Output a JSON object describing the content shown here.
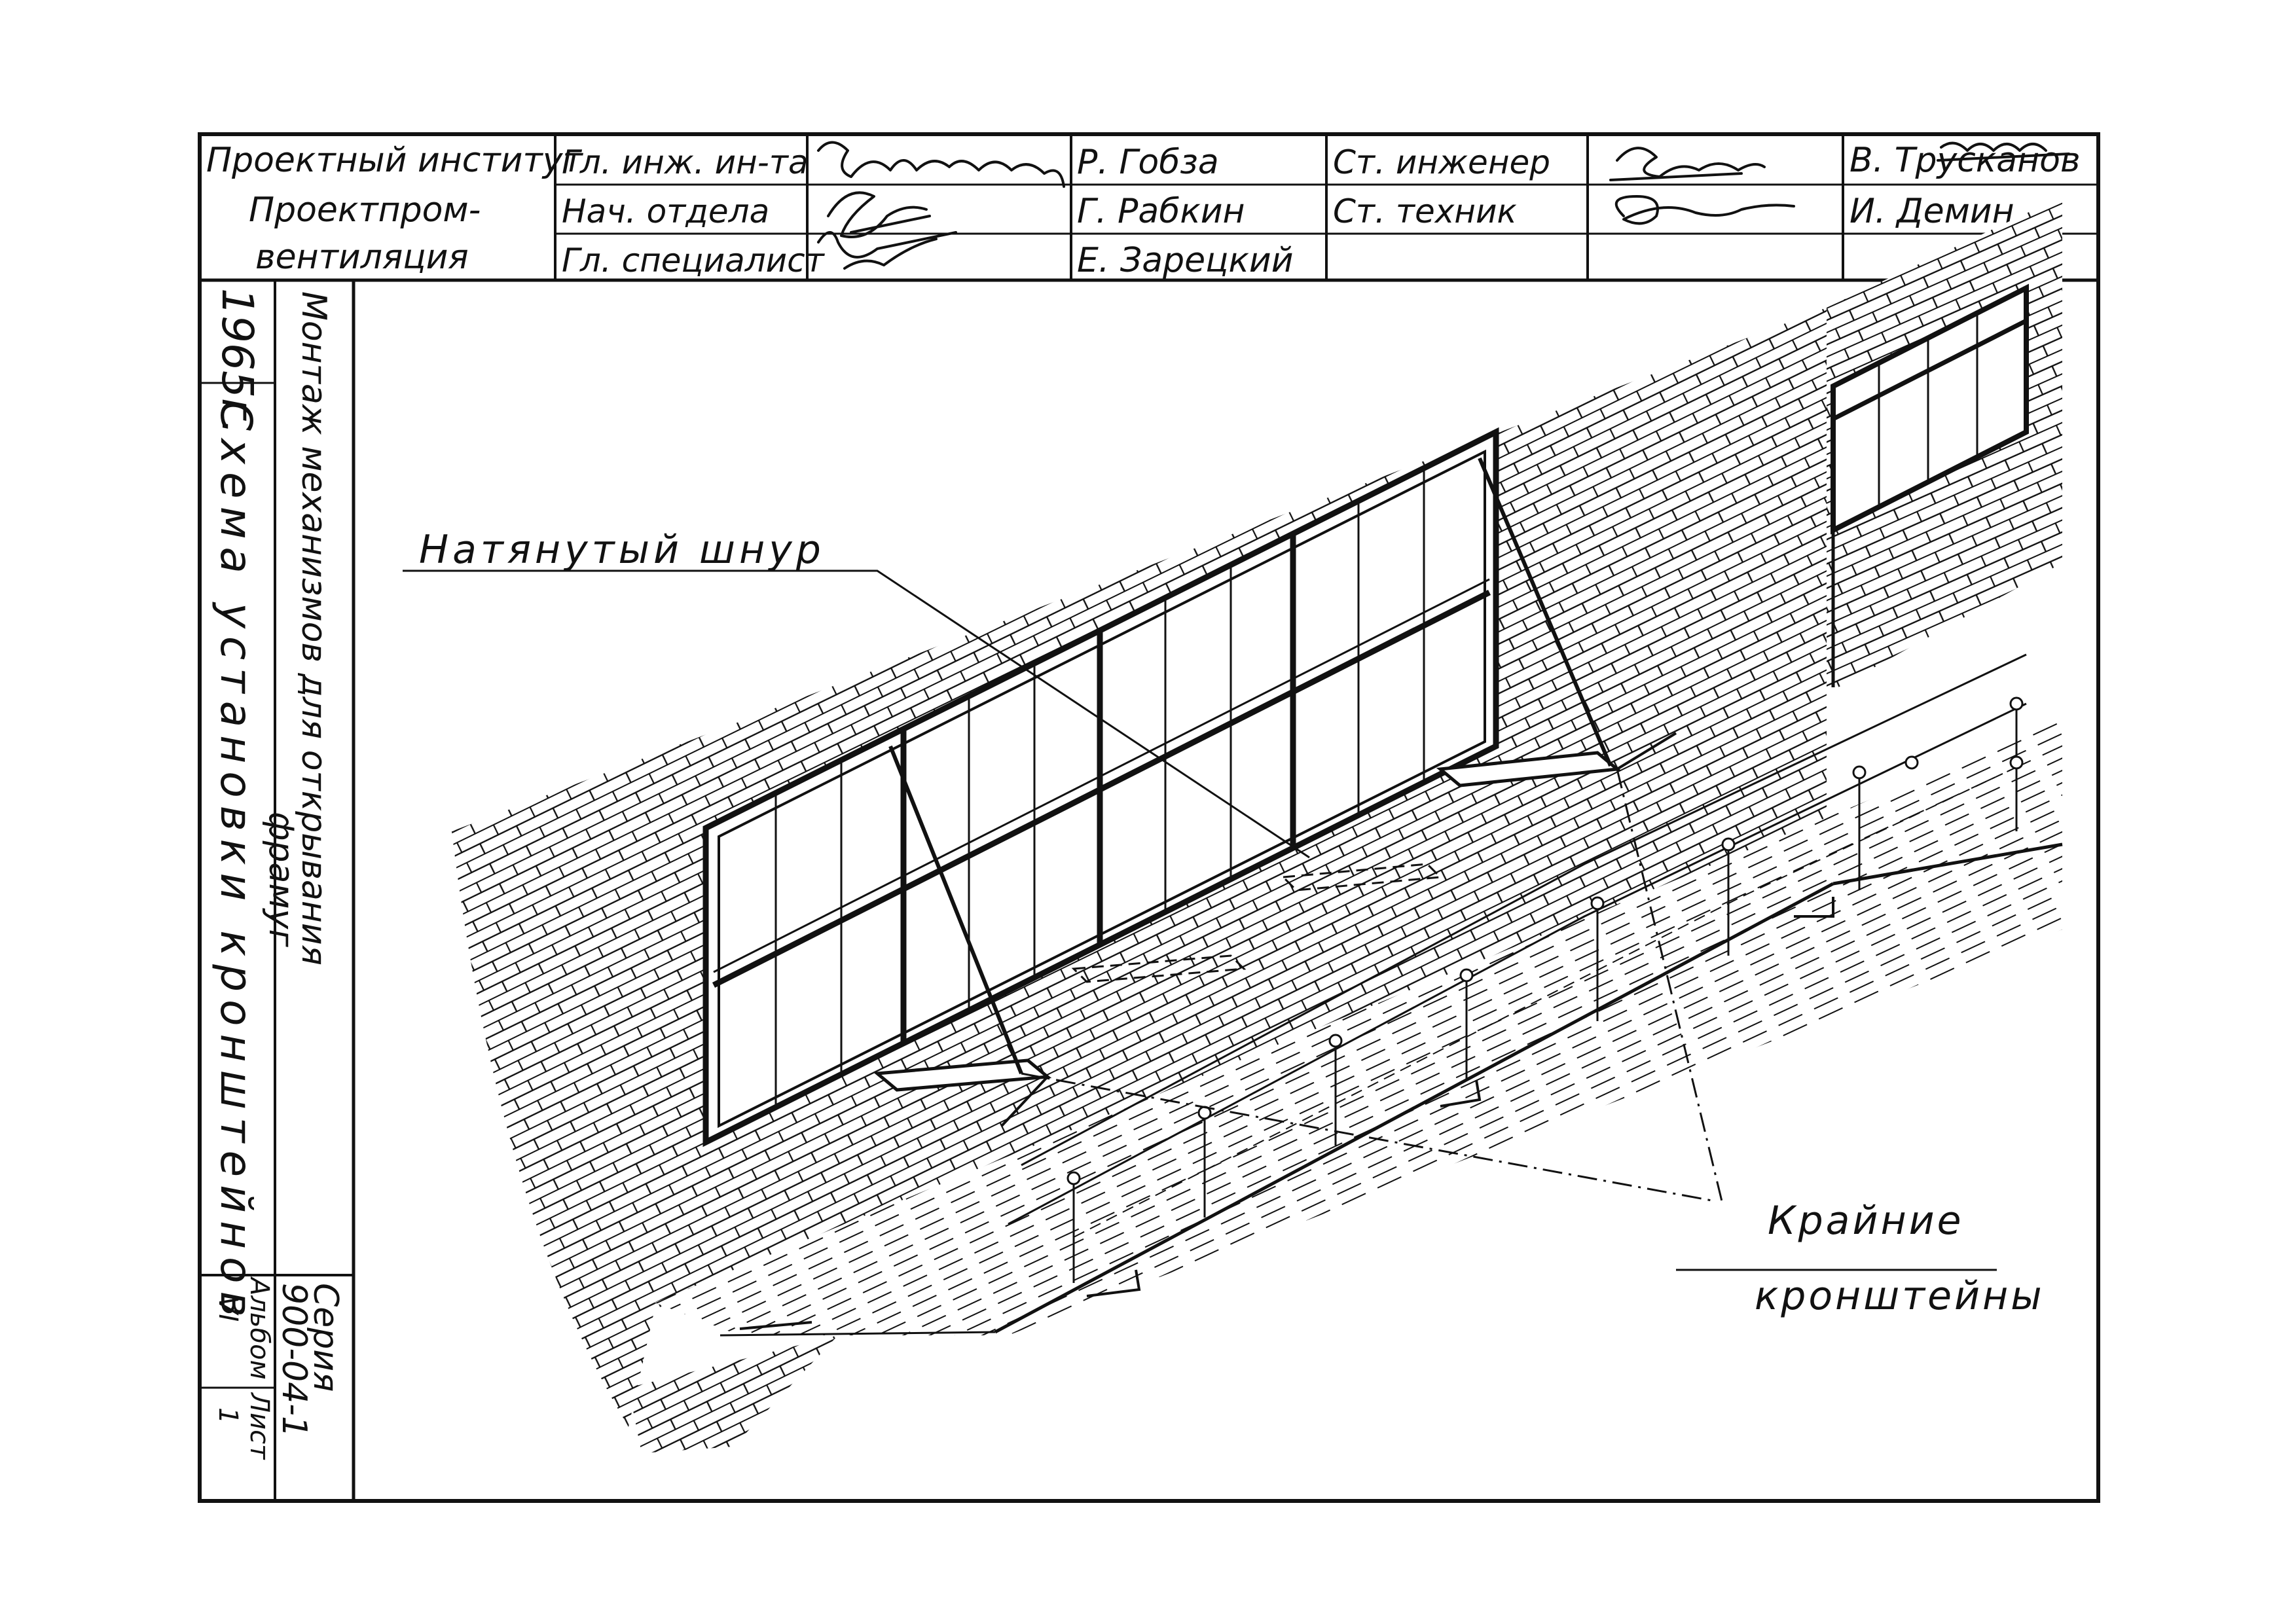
{
  "title_block": {
    "institute": [
      "Проектный институт",
      "Проектпром-",
      "вентиляция"
    ],
    "roles_left": [
      "Гл. инж. ин-та",
      "Нач. отдела",
      "Гл. специалист"
    ],
    "names_left": [
      "Р. Гобза",
      "Г. Рабкин",
      "Е. Зарецкий"
    ],
    "roles_right": [
      "Ст. инженер",
      "Ст. техник"
    ],
    "names_right": [
      "В. Трусканов",
      "И. Демин"
    ]
  },
  "side_column": {
    "year": "1965г.",
    "sheet_title": "Схема установки кронштейнов",
    "subject_line1": "Монтаж механизмов для открывания",
    "subject_line2": "фрамуг",
    "series_label": "Серия",
    "series_value": "900-04-1",
    "album_label": "Альбом",
    "album_value": "VI",
    "sheet_label": "Лист",
    "sheet_value": "1"
  },
  "drawing": {
    "callout_string": "Натянутый шнур",
    "callout_brackets_line1": "Крайние",
    "callout_brackets_line2": "кронштейны"
  }
}
